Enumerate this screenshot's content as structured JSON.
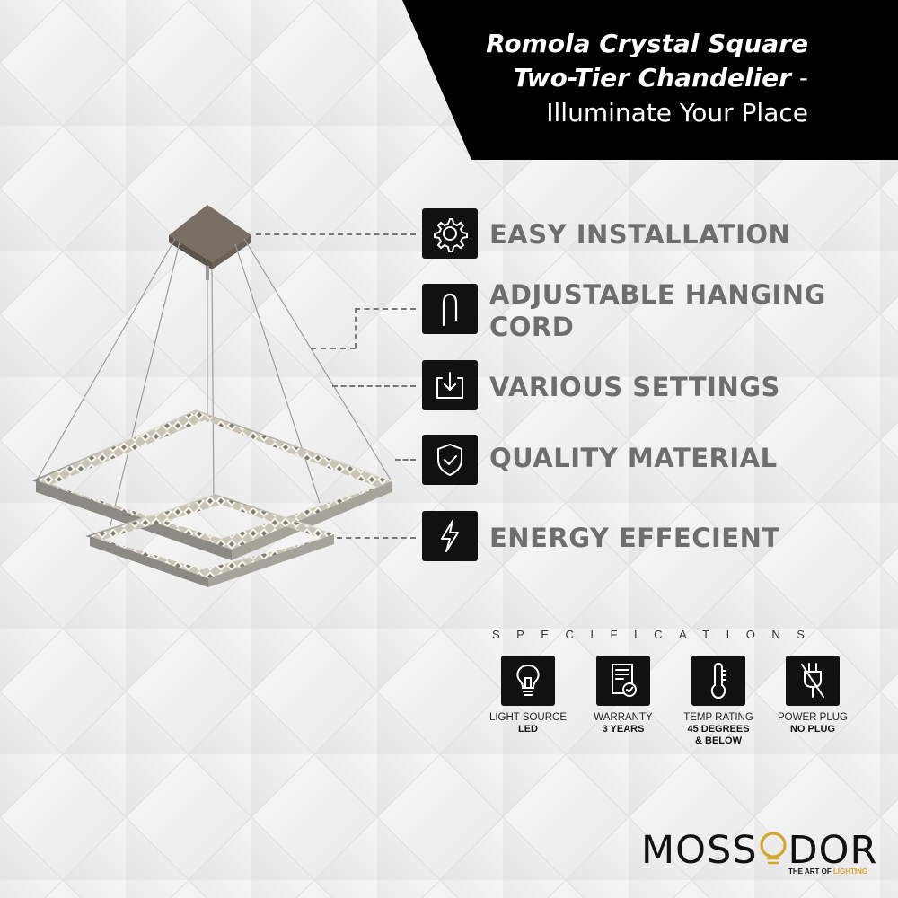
{
  "banner": {
    "title_line1": "Romola Crystal Square",
    "title_line2": "Two-Tier Chandelier",
    "title_dash": " -",
    "subtitle": "Illuminate Your Place"
  },
  "features": [
    {
      "label": "EASY INSTALLATION",
      "icon": "gear-icon"
    },
    {
      "label_line1": "ADJUSTABLE HANGING",
      "label_line2": "CORD",
      "icon": "hook-icon"
    },
    {
      "label": "VARIOUS SETTINGS",
      "icon": "download-icon"
    },
    {
      "label": "QUALITY MATERIAL",
      "icon": "shield-check-icon"
    },
    {
      "label": "ENERGY EFFECIENT",
      "icon": "lightning-icon"
    }
  ],
  "specifications": {
    "title": "SPECIFICATIONS",
    "items": [
      {
        "label": "LIGHT SOURCE",
        "value": "LED",
        "icon": "bulb-icon"
      },
      {
        "label": "WARRANTY",
        "value": "3 YEARS",
        "icon": "certificate-icon"
      },
      {
        "label": "TEMP RATING",
        "value_line1": "45 DEGREES",
        "value_line2": "& BELOW",
        "icon": "thermometer-icon"
      },
      {
        "label": "POWER PLUG",
        "value": "NO PLUG",
        "icon": "no-plug-icon"
      }
    ]
  },
  "brand": {
    "name_start": "MOSS",
    "name_end": "DOR",
    "tagline_start": "THE ART OF ",
    "tagline_accent": "LIGHTING",
    "accent_color": "#d5a62c"
  },
  "colors": {
    "banner": "#000000",
    "icon_tile": "#111111",
    "feature_text": "#6e6e6e"
  }
}
